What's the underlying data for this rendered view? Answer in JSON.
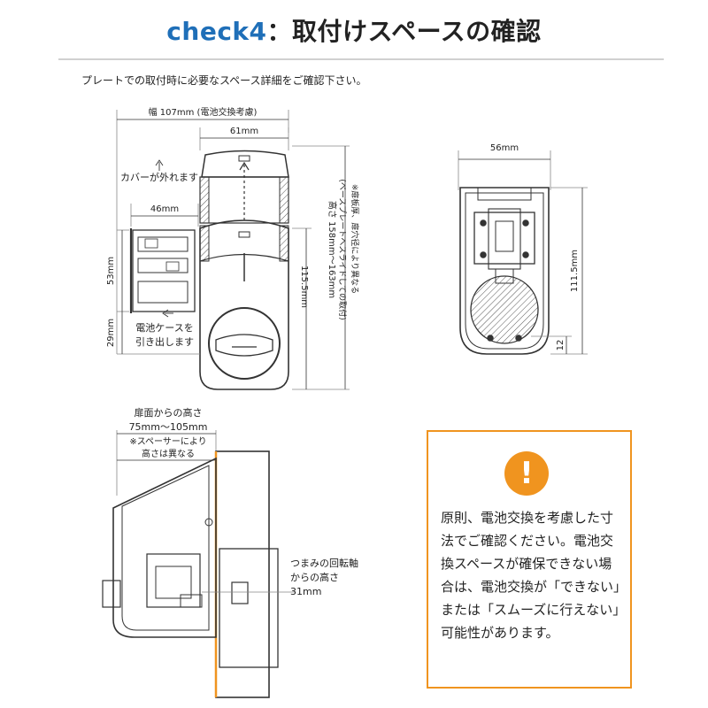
{
  "header": {
    "check_label": "check4",
    "title_text": "：取付けスペースの確認"
  },
  "intro": "プレートでの取付時に必要なスペース詳細をご確認下さい。",
  "front_view": {
    "width_label": "幅 107mm (電池交換考慮)",
    "top_width": "61mm",
    "cover_note": "カバーが外れます",
    "case_width": "46mm",
    "height_53": "53mm",
    "height_29": "29mm",
    "battery_note_1": "電池ケースを",
    "battery_note_2": "引き出します",
    "height_115": "115.5mm",
    "height_range_1": "高さ 158mm～163mm",
    "height_range_2": "(ベースプレートへスライドしての取付)",
    "height_range_3": "※扉板厚、扉穴径により異なる"
  },
  "back_view": {
    "width": "56mm",
    "height": "111.5mm",
    "offset": "12"
  },
  "side_view": {
    "depth_label_1": "扉面からの高さ",
    "depth_label_2": "75mm～105mm",
    "spacer_note_1": "※スペーサーにより",
    "spacer_note_2": "高さは異なる",
    "axis_label_1": "つまみの回転軸",
    "axis_label_2": "からの高さ",
    "axis_label_3": "31mm"
  },
  "warning": {
    "icon": "!",
    "text": "原則、電池交換を考慮した寸法でご確認ください。電池交換スペースが確保できない場合は、電池交換が「できない」または「スムーズに行えない」可能性があります。"
  }
}
